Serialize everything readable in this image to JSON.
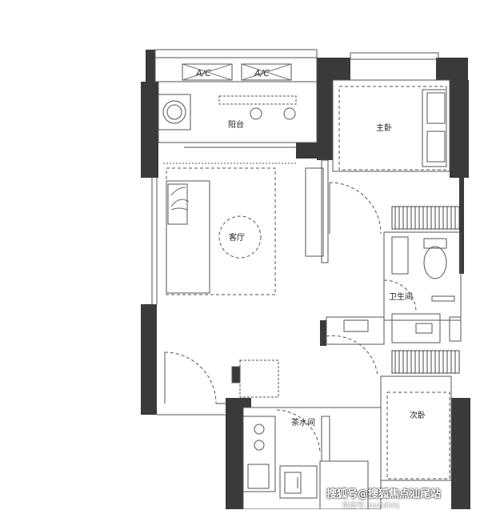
{
  "rooms": {
    "balcony": "阳台",
    "master_bedroom": "主卧",
    "living_room": "客厅",
    "bathroom": "卫生间",
    "tea_room": "茶水间",
    "second_bedroom": "次卧"
  },
  "ac_units": [
    "A/C",
    "A/C"
  ],
  "watermark": {
    "main": "搜狐号@搜狐焦点汕尾站",
    "sub": "微信号: mmdlskj"
  },
  "colors": {
    "wall": "#3a3a3a",
    "line": "#555555",
    "background": "#ffffff"
  }
}
